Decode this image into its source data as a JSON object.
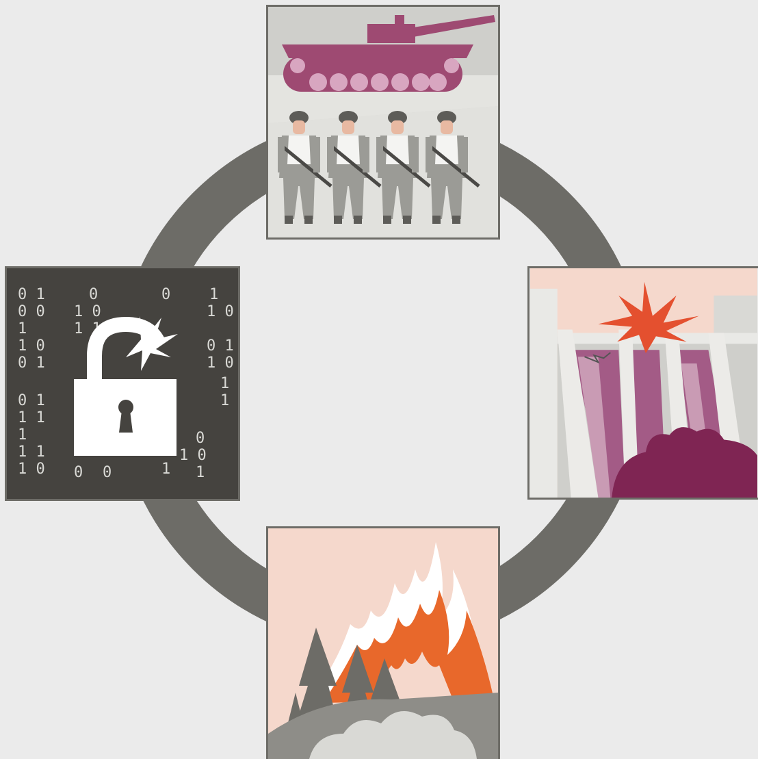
{
  "colors": {
    "background": "#ebebeb",
    "ring": "#6d6c67",
    "accent_purple": "#9e4a72",
    "accent_purple_light": "#c99bb4",
    "dark_magenta": "#7f2553",
    "orange": "#e8682b",
    "red_orange": "#e4502f",
    "pale_pink": "#f5d8cc",
    "tile_dark": "#45433f"
  },
  "tiles": [
    {
      "id": "military",
      "icon": "tank-and-soldiers-icon"
    },
    {
      "id": "cyber",
      "icon": "broken-padlock-binary-icon"
    },
    {
      "id": "dam",
      "icon": "exploding-dam-icon"
    },
    {
      "id": "fire",
      "icon": "forest-fire-icon"
    }
  ],
  "binary_columns": [
    "0 1",
    "0 0",
    "1",
    "1 0",
    "0 1",
    "1",
    "1 1",
    "1 0",
    "0",
    "1",
    "1",
    "1",
    "0",
    "0",
    "1 0",
    "0 1",
    "1 1",
    "1 0",
    "1 1"
  ]
}
